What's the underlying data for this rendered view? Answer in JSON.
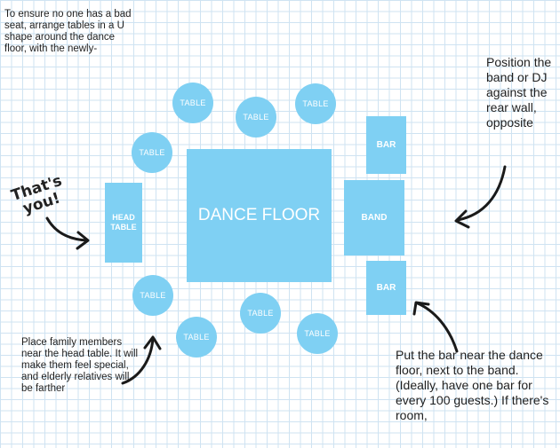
{
  "notes": {
    "top_left": "To ensure no one has a bad seat, arrange tables in a U shape around the dance floor, with the newly-",
    "top_right": "Position the band or DJ against the rear wall, opposite",
    "bottom_left": "Place family members near the head table. It will make them feel special, and elderly relatives will be farther",
    "bottom_right": "Put the bar near the dance floor, next to the band. (Ideally, have one bar for every 100 guests.) If there's room,"
  },
  "handwritten": {
    "line1": "That's",
    "line2": "you!"
  },
  "layout": {
    "dance_floor": "DANCE FLOOR",
    "head_table_line1": "HEAD",
    "head_table_line2": "TABLE",
    "band": "BAND",
    "bar": "BAR",
    "table": "TABLE"
  },
  "colors": {
    "shape_fill": "#7fd0f3",
    "grid": "#cfe3f2"
  }
}
